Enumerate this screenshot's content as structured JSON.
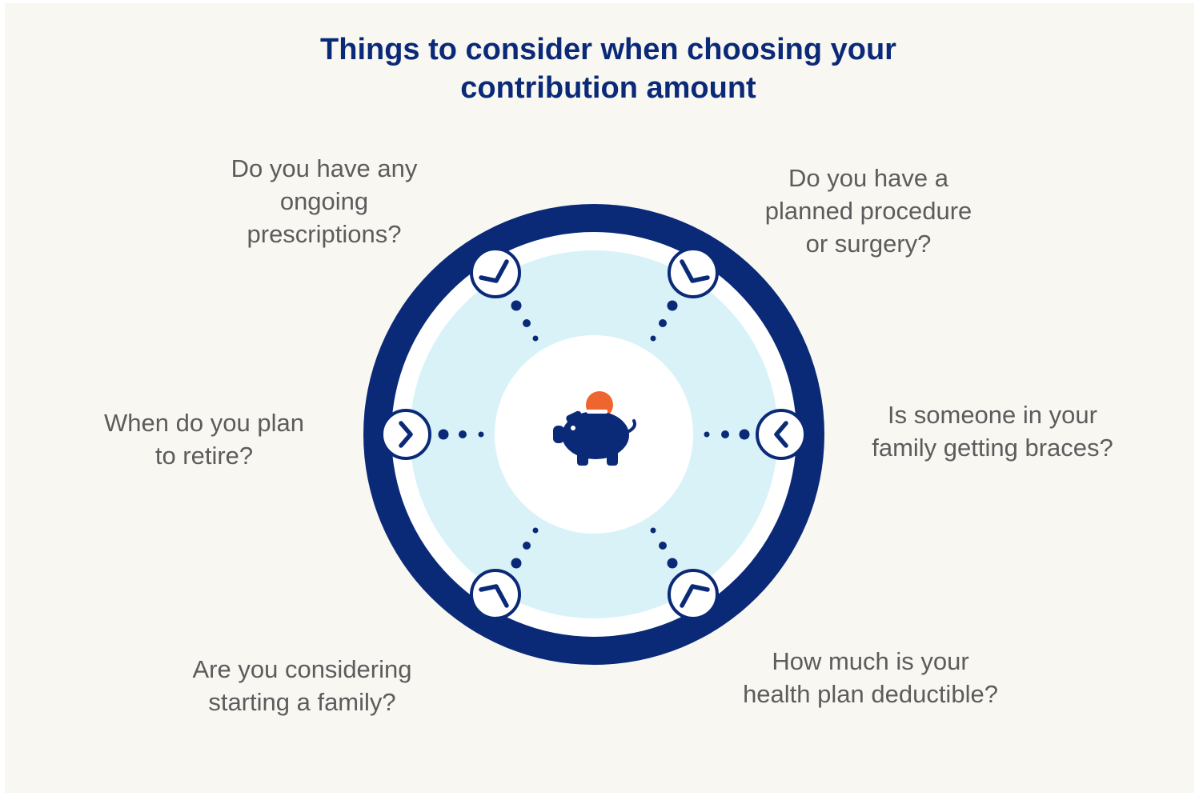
{
  "title": "Things to consider when choosing your\ncontribution amount",
  "questions": {
    "prescriptions": "Do you have any\nongoing\nprescriptions?",
    "surgery": "Do you have a\nplanned procedure\nor surgery?",
    "retire": "When do you plan\nto retire?",
    "braces": "Is someone in your\nfamily getting braces?",
    "family": "Are you considering\nstarting a family?",
    "deductible": "How much is your\nhealth plan deductible?"
  },
  "colors": {
    "navy": "#0a2a78",
    "light_blue": "#d9f2f8",
    "coin_orange": "#ef6530",
    "background": "#f9f7f2",
    "text_gray": "#5c5c5c"
  },
  "center_icon": "piggy-bank-icon"
}
